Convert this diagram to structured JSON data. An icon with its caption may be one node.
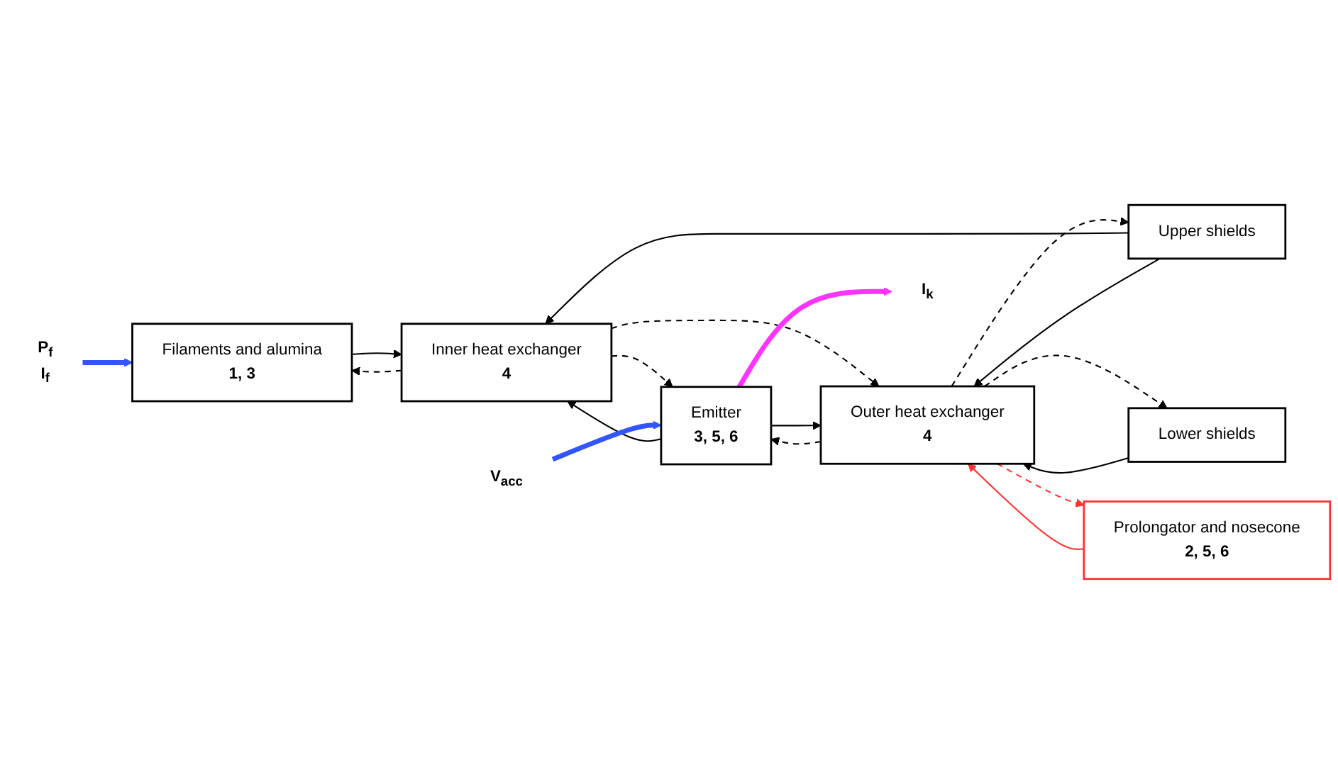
{
  "diagram": {
    "nodes": [
      {
        "text": [
          "Filaments and alumina",
          "1, 3"
        ]
      },
      {
        "text": [
          "Inner heat exchanger",
          "4"
        ]
      },
      {
        "text": [
          "Emitter",
          "3, 5, 6"
        ]
      },
      {
        "text": [
          "Upper shields"
        ]
      },
      {
        "text": [
          "Outer heat exchanger",
          "4"
        ]
      },
      {
        "text": [
          "Lower shields"
        ]
      },
      {
        "text": [
          "Prolongator and nosecone",
          "2, 5, 6"
        ]
      },
      {
        "text": [
          "V$_{acc}$"
        ]
      },
      {
        "text": [
          "P$_{f}$",
          "I$_{f}$"
        ]
      },
      {
        "text": [
          "I$_{k}$"
        ]
      }
    ],
    "edges": [
      {
        "from": 0,
        "to": 1,
        "arrow": "to"
      },
      {
        "from": 1,
        "to": 0,
        "arrow": "to",
        "style": "dashed"
      },
      {
        "from": 1,
        "to": 2,
        "arrow": "to",
        "style": "dashed"
      },
      {
        "from": 2,
        "to": 1,
        "arrow": "to"
      },
      {
        "from": 3,
        "to": 1,
        "arrow": "to"
      },
      {
        "from": 1,
        "to": 4,
        "arrow": "to",
        "style": "dashed"
      },
      {
        "from": 2,
        "to": 4,
        "arrow": "to"
      },
      {
        "from": 4,
        "to": 2,
        "arrow": "to",
        "style": "dashed"
      },
      {
        "from": 3,
        "to": 4,
        "arrow": "to"
      },
      {
        "from": 4,
        "to": 3,
        "arrow": "to",
        "style": "dashed"
      },
      {
        "from": 5,
        "to": 4,
        "arrow": "to"
      },
      {
        "from": 4,
        "to": 5,
        "arrow": "to",
        "style": "dashed"
      },
      {
        "from": 6,
        "to": 4,
        "arrow": "to",
        "color": "#ff3333"
      },
      {
        "from": 4,
        "to": 6,
        "arrow": "to",
        "style": "dashed",
        "color": "#ff3333"
      },
      {
        "from": 7,
        "to": 2,
        "arrow": "to",
        "style": "thick",
        "color": "#3355ff"
      },
      {
        "from": 8,
        "to": 0,
        "arrow": "to",
        "style": "thick",
        "color": "#3355ff"
      },
      {
        "from": 2,
        "to": 9,
        "arrow": "to",
        "style": "thick",
        "color": "#ff33ff"
      }
    ]
  }
}
